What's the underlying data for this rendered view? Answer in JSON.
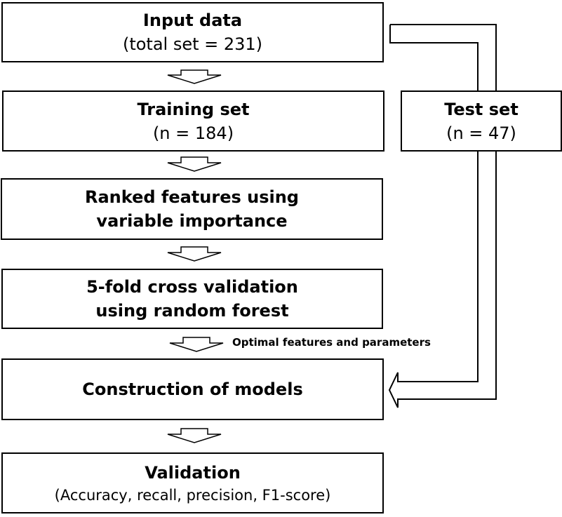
{
  "boxes": {
    "input": {
      "title": "Input data",
      "subtitle": "(total set = 231)"
    },
    "training": {
      "title": "Training set",
      "subtitle": "(n = 184)"
    },
    "test": {
      "title": "Test set",
      "subtitle": "(n = 47)"
    },
    "ranked": {
      "line1": "Ranked features using",
      "line2": "variable importance"
    },
    "cv": {
      "line1": "5-fold cross validation",
      "line2": "using random forest"
    },
    "construction": {
      "title": "Construction of models"
    },
    "validation": {
      "title": "Validation",
      "subtitle": "(Accuracy, recall, precision, F1-score)"
    }
  },
  "annotations": {
    "optimal": "Optimal features and parameters"
  }
}
